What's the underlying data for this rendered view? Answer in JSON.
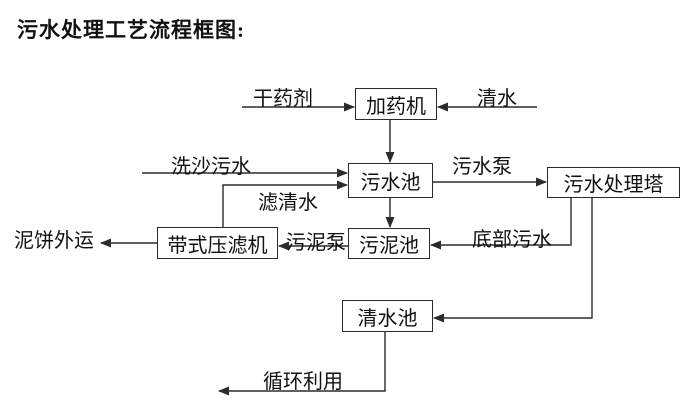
{
  "title": "污水处理工艺流程框图:",
  "nodes": {
    "dosing_machine": "加药机",
    "sewage_pool": "污水池",
    "treatment_tower": "污水处理塔",
    "belt_filter_press": "带式压滤机",
    "sludge_pool": "污泥池",
    "clean_water_pool": "清水池"
  },
  "labels": {
    "dry_agent": "干药剂",
    "clean_water_in": "清水",
    "sand_washing_sewage": "洗沙污水",
    "sewage_pump": "污水泵",
    "filtered_clean_water": "滤清水",
    "mud_cake_out": "泥饼外运",
    "sludge_pump": "污泥泵",
    "bottom_sewage": "底部污水",
    "recycle_use": "循环利用"
  },
  "colors": {
    "background": "#ffffff",
    "line": "#2b2b2b",
    "text": "#111111"
  }
}
